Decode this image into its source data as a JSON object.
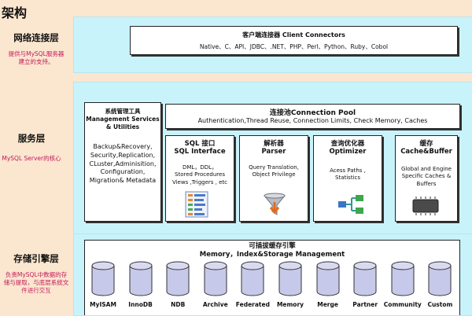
{
  "title": "架构",
  "layers": {
    "connector": {
      "name": "网络连接层",
      "desc": [
        "提供与MySQL服务器",
        "建立的支持。"
      ]
    },
    "service": {
      "name": "服务层",
      "desc": [
        "MySQL Server的核心"
      ]
    },
    "storage": {
      "name": "存储引擎层",
      "desc": [
        "负责MySQL中数据的存",
        "储与提取，与底层系统文",
        "件进行交互"
      ]
    }
  },
  "client_connectors": {
    "title": "客户端连接器   Client Connectors",
    "items": "Native、C、API、JDBC、.NET、PHP、Perl、Python、Ruby、Cobol"
  },
  "management": {
    "title": [
      "系统管理工具",
      "Management Services",
      "& Utilities"
    ],
    "body": [
      "Backup&Recovery,",
      "Security,Replication,",
      "CLuster,Adminisition,",
      "Configuration,",
      "Migration& Metadata"
    ]
  },
  "pool": {
    "title": "连接池Connection Pool",
    "items": "Authentication,Thread Reuse, Connection Limits, Check Memory, Caches"
  },
  "components": [
    {
      "title": [
        "SQL 接口",
        "SQL Interface"
      ],
      "desc": [
        "DML，DDL，",
        "Stored Procedures",
        "Views ,Triggers , etc"
      ],
      "icon": "list-icon"
    },
    {
      "title": [
        "解析器",
        "Parser"
      ],
      "desc": [
        "Query Translation,",
        "Object Privilege"
      ],
      "icon": "funnel-icon"
    },
    {
      "title": [
        "查询优化器",
        "Optimizer"
      ],
      "desc": [
        "Acess Paths ,",
        "Statistics"
      ],
      "icon": "flow-icon"
    },
    {
      "title": [
        "缓存",
        "Cache&Buffer"
      ],
      "desc": [
        "Global and Engine",
        "Specific Caches &",
        "Buffers"
      ],
      "icon": "chip-icon"
    }
  ],
  "storage_engines": {
    "title": [
      "可插拔缓存引擎",
      "Memory，Index&Storage Management"
    ],
    "engines": [
      "MyISAM",
      "InnoDB",
      "NDB",
      "Archive",
      "Federated",
      "Memory",
      "Merge",
      "Partner",
      "Community",
      "Custom"
    ]
  },
  "colors": {
    "panel": "#c9f3fb",
    "background": "#fbe6cf",
    "desc_text": "#c2185b",
    "cylinder": "#c7c9ea"
  }
}
